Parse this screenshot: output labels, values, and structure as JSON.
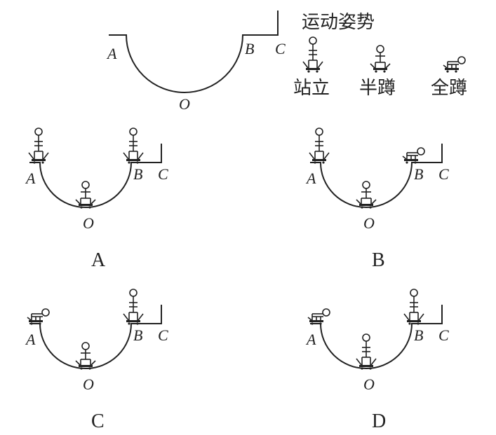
{
  "legend": {
    "title": "运动姿势",
    "standing": "站立",
    "half_squat": "半蹲",
    "full_squat": "全蹲"
  },
  "main_diagram": {
    "point_a": "A",
    "point_b": "B",
    "point_c": "C",
    "point_o": "O"
  },
  "options": [
    {
      "letter": "A",
      "pos_a": "standing",
      "pos_o": "half_squat",
      "pos_b": "standing"
    },
    {
      "letter": "B",
      "pos_a": "standing",
      "pos_o": "half_squat",
      "pos_b": "full_squat"
    },
    {
      "letter": "C",
      "pos_a": "full_squat",
      "pos_o": "half_squat",
      "pos_b": "standing"
    },
    {
      "letter": "D",
      "pos_a": "full_squat",
      "pos_o": "standing",
      "pos_b": "standing"
    }
  ]
}
